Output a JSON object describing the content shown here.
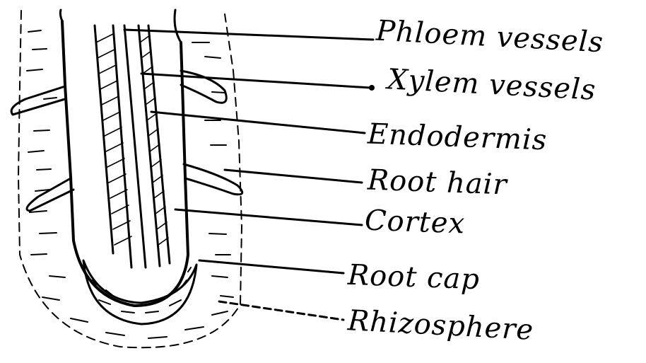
{
  "labels": {
    "phloem": "Phloem vessels",
    "xylem": "Xylem vessels",
    "endodermis": "Endodermis",
    "root_hair": "Root hair",
    "cortex": "Cortex",
    "root_cap": "Root cap",
    "rhizosphere": "Rhizosphere"
  },
  "colors": {
    "ink": "#000000",
    "paper": "#ffffff"
  }
}
